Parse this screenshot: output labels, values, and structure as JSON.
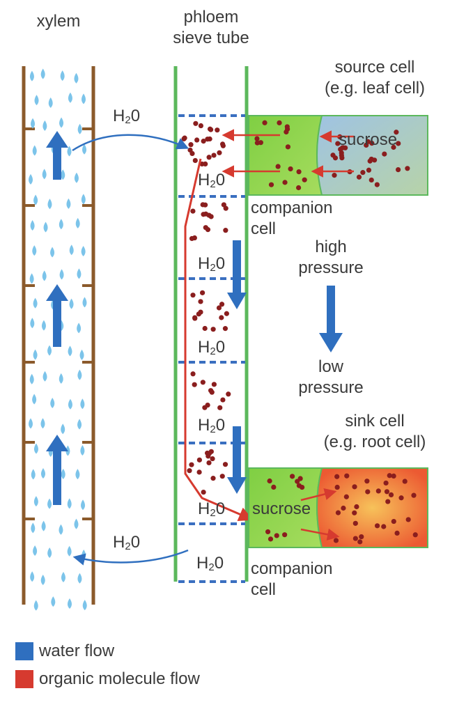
{
  "labels": {
    "xylem": "xylem",
    "phloem_line1": "phloem",
    "phloem_line2": "sieve tube",
    "source_line1": "source cell",
    "source_line2": "(e.g. leaf cell)",
    "sucrose_top": "sucrose",
    "companion_top_line1": "companion",
    "companion_top_line2": "cell",
    "high_line1": "high",
    "high_line2": "pressure",
    "low_line1": "low",
    "low_line2": "pressure",
    "sink_line1": "sink cell",
    "sink_line2": "(e.g. root cell)",
    "sucrose_bottom": "sucrose",
    "companion_bottom_line1": "companion",
    "companion_bottom_line2": "cell",
    "water_h": "H",
    "water_sub": "2",
    "water_o": "0"
  },
  "legend": [
    {
      "label": "water flow",
      "color": "#2f6fbf"
    },
    {
      "label": "organic molecule flow",
      "color": "#d63a2f"
    }
  ],
  "colors": {
    "xylem_wall": "#8b5a2b",
    "water_drop": "#7cc4ea",
    "water_arrow": "#2f6fbf",
    "phloem_wall": "#5cb85c",
    "sieve_plate": "#3a6fc0",
    "molecule": "#8a1e1e",
    "organic_arrow": "#d63a2f",
    "companion_fill": "#8fd14f",
    "source_fill": "#a9c8df",
    "sink_fill": "#f06a3a"
  }
}
